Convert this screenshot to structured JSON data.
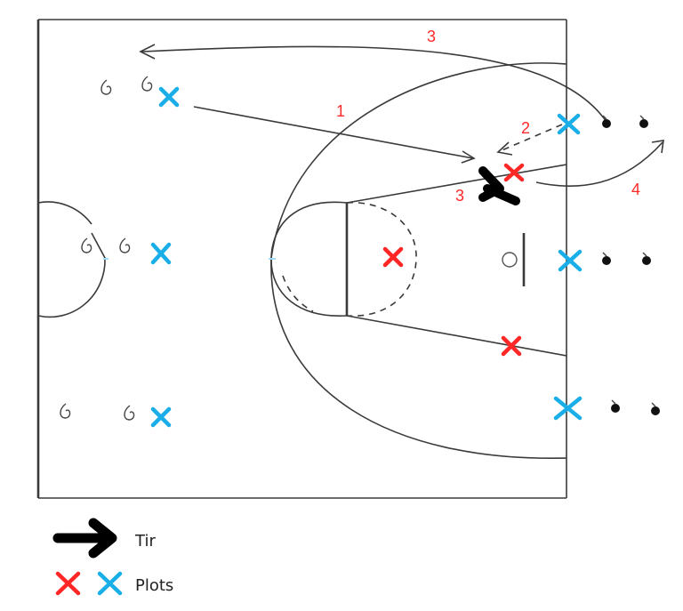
{
  "colors": {
    "court_lines": "#3a3a3a",
    "red_team": "#ff2626",
    "blue_team": "#1aaee8",
    "annotation_numbers": "#ff2a2a",
    "shot_arrow": "#000000"
  },
  "play_labels": {
    "pass_1": "1",
    "move_2": "2",
    "move_3_top": "3",
    "move_3_shot": "3",
    "move_4": "4"
  },
  "legend": {
    "shot_label": "Tir",
    "players_label": "Plots",
    "shot_icon": "black-arrow-icon",
    "players_icon": "red-blue-x-icons"
  }
}
